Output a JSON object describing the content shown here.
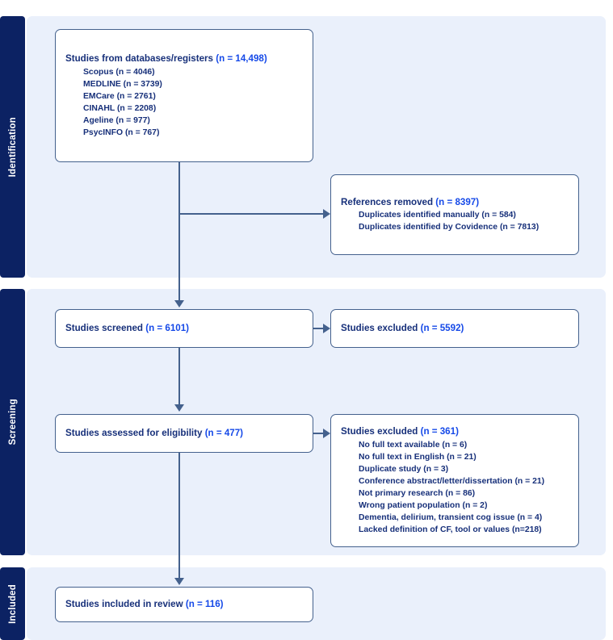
{
  "diagram": {
    "type": "prisma-flow-diagram",
    "colors": {
      "rail_navy": "#0c2263",
      "panel_blue": "#eaf0fb",
      "box_border": "#44618d",
      "text_navy": "#17307a",
      "count_blue": "#1549e8",
      "box_fill": "#ffffff"
    }
  },
  "stages": [
    {
      "id": "identification",
      "label": "Identification"
    },
    {
      "id": "screening",
      "label": "Screening"
    },
    {
      "id": "included",
      "label": "Included"
    }
  ],
  "boxes": {
    "databases": {
      "title": "Studies from databases/registers ",
      "count": "(n = 14,498)",
      "items": [
        "Scopus (n = 4046)",
        "MEDLINE (n = 3739)",
        "EMCare (n = 2761)",
        "CINAHL (n = 2208)",
        "Ageline (n = 977)",
        "PsycINFO (n = 767)"
      ]
    },
    "removed": {
      "title": "References removed ",
      "count": "(n = 8397)",
      "items": [
        "Duplicates identified manually (n = 584)",
        "Duplicates identified by Covidence (n = 7813)"
      ]
    },
    "screened": {
      "title": "Studies screened ",
      "count": "(n = 6101)",
      "items": []
    },
    "excluded_screen": {
      "title": "Studies excluded ",
      "count": "(n = 5592)",
      "items": []
    },
    "eligibility": {
      "title": "Studies assessed for eligibility ",
      "count": "(n = 477)",
      "items": []
    },
    "excluded_eligibility": {
      "title": "Studies excluded ",
      "count": "(n = 361)",
      "items": [
        "No full text available (n = 6)",
        "No full text in English (n = 21)",
        "Duplicate study (n = 3)",
        "Conference abstract/letter/dissertation (n = 21)",
        "Not primary research (n = 86)",
        "Wrong patient population (n = 2)",
        "Dementia, delirium, transient cog issue (n = 4)",
        "Lacked definition of CF, tool or values (n=218)"
      ]
    },
    "included": {
      "title": "Studies included in review ",
      "count": "(n = 116)",
      "items": []
    }
  }
}
